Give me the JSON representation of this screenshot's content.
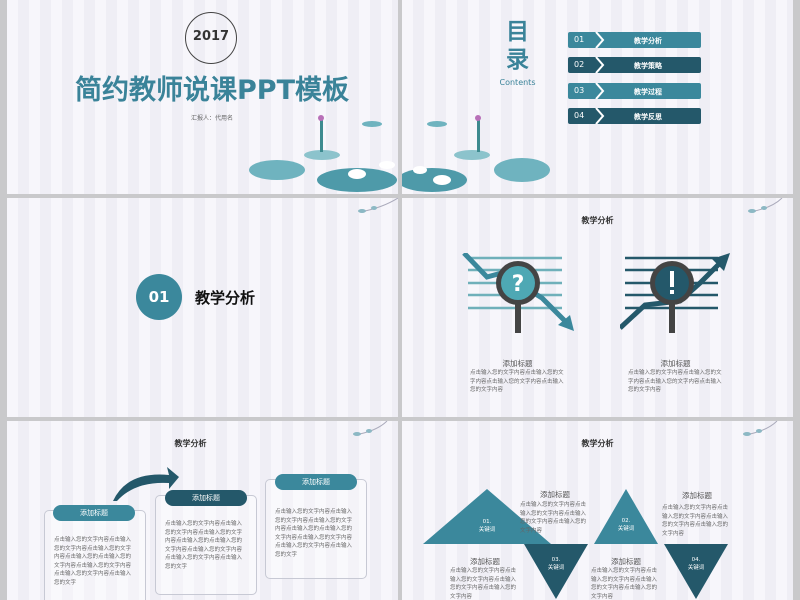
{
  "colors": {
    "teal": "#3b889c",
    "dark_teal": "#24586a",
    "background": "#f7f6fb"
  },
  "cover": {
    "year": "2017",
    "title": "简约教师说课PPT模板",
    "reporter": "汇报人：代用名"
  },
  "contents": {
    "title_line1": "目",
    "title_line2": "录",
    "subtitle": "Contents",
    "items": [
      {
        "num": "01",
        "label": "教学分析"
      },
      {
        "num": "02",
        "label": "教学策略"
      },
      {
        "num": "03",
        "label": "教学过程"
      },
      {
        "num": "04",
        "label": "教学反思"
      }
    ]
  },
  "section": {
    "num": "01",
    "title": "教学分析"
  },
  "analysis1": {
    "title": "教学分析",
    "icons": [
      "question-magnifier-icon",
      "exclamation-magnifier-icon"
    ],
    "blocks": [
      {
        "heading": "添加标题",
        "body": "点击输入您的文字内容点击输入您的文字内容点击输入您的文字内容点击输入您的文字内容"
      },
      {
        "heading": "添加标题",
        "body": "点击输入您的文字内容点击输入您的文字内容点击输入您的文字内容点击输入您的文字内容"
      }
    ]
  },
  "analysis2": {
    "title": "教学分析",
    "cards": [
      {
        "heading": "添加标题",
        "body": "点击输入您的文字内容点击输入您的文字内容点击输入您的文字内容点击输入您的点击输入您的文字内容点击输入您的文字内容点击输入您的文字内容点击输入您的文字"
      },
      {
        "heading": "添加标题",
        "body": "点击输入您的文字内容点击输入您的文字内容点击输入您的文字内容点击输入您的点击输入您的文字内容点击输入您的文字内容点击输入您的文字内容点击输入您的文字"
      },
      {
        "heading": "添加标题",
        "body": "点击输入您的文字内容点击输入您的文字内容点击输入您的文字内容点击输入您的点击输入您的文字内容点击输入您的文字内容点击输入您的文字内容点击输入您的文字"
      }
    ]
  },
  "analysis3": {
    "title": "教学分析",
    "triangles": [
      {
        "num": "01.",
        "label": "关键词"
      },
      {
        "num": "02.",
        "label": "关键词"
      },
      {
        "num": "03.",
        "label": "关键词"
      },
      {
        "num": "04.",
        "label": "关键词"
      }
    ],
    "blocks": [
      {
        "heading": "添加标题",
        "body": "点击输入您的文字内容点击输入您的文字内容点击输入您的文字内容点击输入您的文字内容"
      },
      {
        "heading": "添加标题",
        "body": "点击输入您的文字内容点击输入您的文字内容点击输入您的文字内容点击输入您的文字内容"
      },
      {
        "heading": "添加标题",
        "body": "点击输入您的文字内容点击输入您的文字内容点击输入您的文字内容点击输入您的文字内容"
      },
      {
        "heading": "添加标题",
        "body": "点击输入您的文字内容点击输入您的文字内容点击输入您的文字内容点击输入您的文字内容"
      }
    ]
  }
}
